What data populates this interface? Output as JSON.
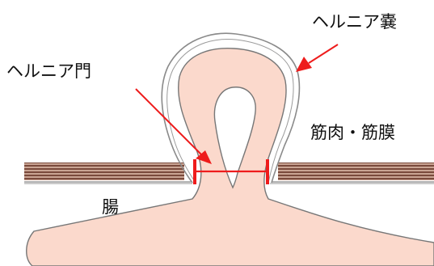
{
  "diagram": {
    "labels": {
      "hernia_sac": "ヘルニア嚢",
      "hernia_orifice": "ヘルニア門",
      "muscle_fascia": "筋肉・筋膜",
      "intestine": "腸"
    },
    "colors": {
      "intestine_fill": "#fbd9cc",
      "intestine_outline": "#777777",
      "sac_outline": "#8a8a8a",
      "muscle_dark": "#7a4a3c",
      "muscle_light": "#c9a493",
      "arrow": "#ee1c1c",
      "text": "#111111"
    }
  }
}
